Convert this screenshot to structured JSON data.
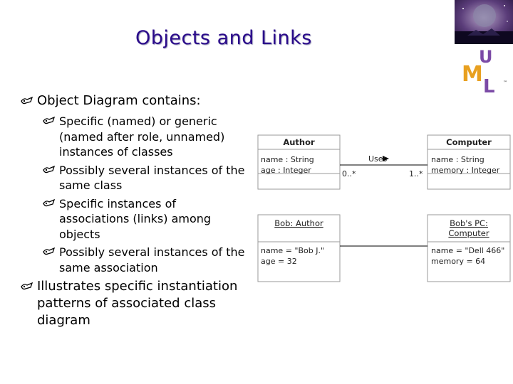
{
  "slide": {
    "title": "Objects and Links"
  },
  "bullets": [
    {
      "level": 1,
      "text": "Object Diagram contains:"
    },
    {
      "level": 2,
      "text": "Specific (named) or generic (named after role, unnamed) instances of classes"
    },
    {
      "level": 2,
      "text": "Possibly several instances of the same class"
    },
    {
      "level": 2,
      "text": "Specific instances of associations (links) among objects"
    },
    {
      "level": 2,
      "text": "Possibly several instances of the same association"
    },
    {
      "level": 1,
      "text": "Illustrates specific instantiation patterns of associated class diagram"
    }
  ],
  "logo": {
    "letters": "UML",
    "trademark": "™"
  },
  "diagram": {
    "class_author": {
      "name": "Author",
      "attr1": "name : String",
      "attr2": "age : Integer"
    },
    "class_computer": {
      "name": "Computer",
      "attr1": "name : String",
      "attr2": "memory : Integer"
    },
    "association": {
      "label": "Uses",
      "mult_left": "0..*",
      "mult_right": "1..*"
    },
    "object_bob": {
      "name": "Bob: Author",
      "attr1": "name = \"Bob J.\"",
      "attr2": "age = 32"
    },
    "object_pc": {
      "name_line1": "Bob's PC:",
      "name_line2": "Computer",
      "attr1": "name = \"Dell 466\"",
      "attr2": "memory = 64"
    }
  },
  "colors": {
    "title": "#2a0a8a",
    "logo_u": "#7b4aa6",
    "logo_m": "#e8a020",
    "logo_l": "#7b4aa6"
  }
}
